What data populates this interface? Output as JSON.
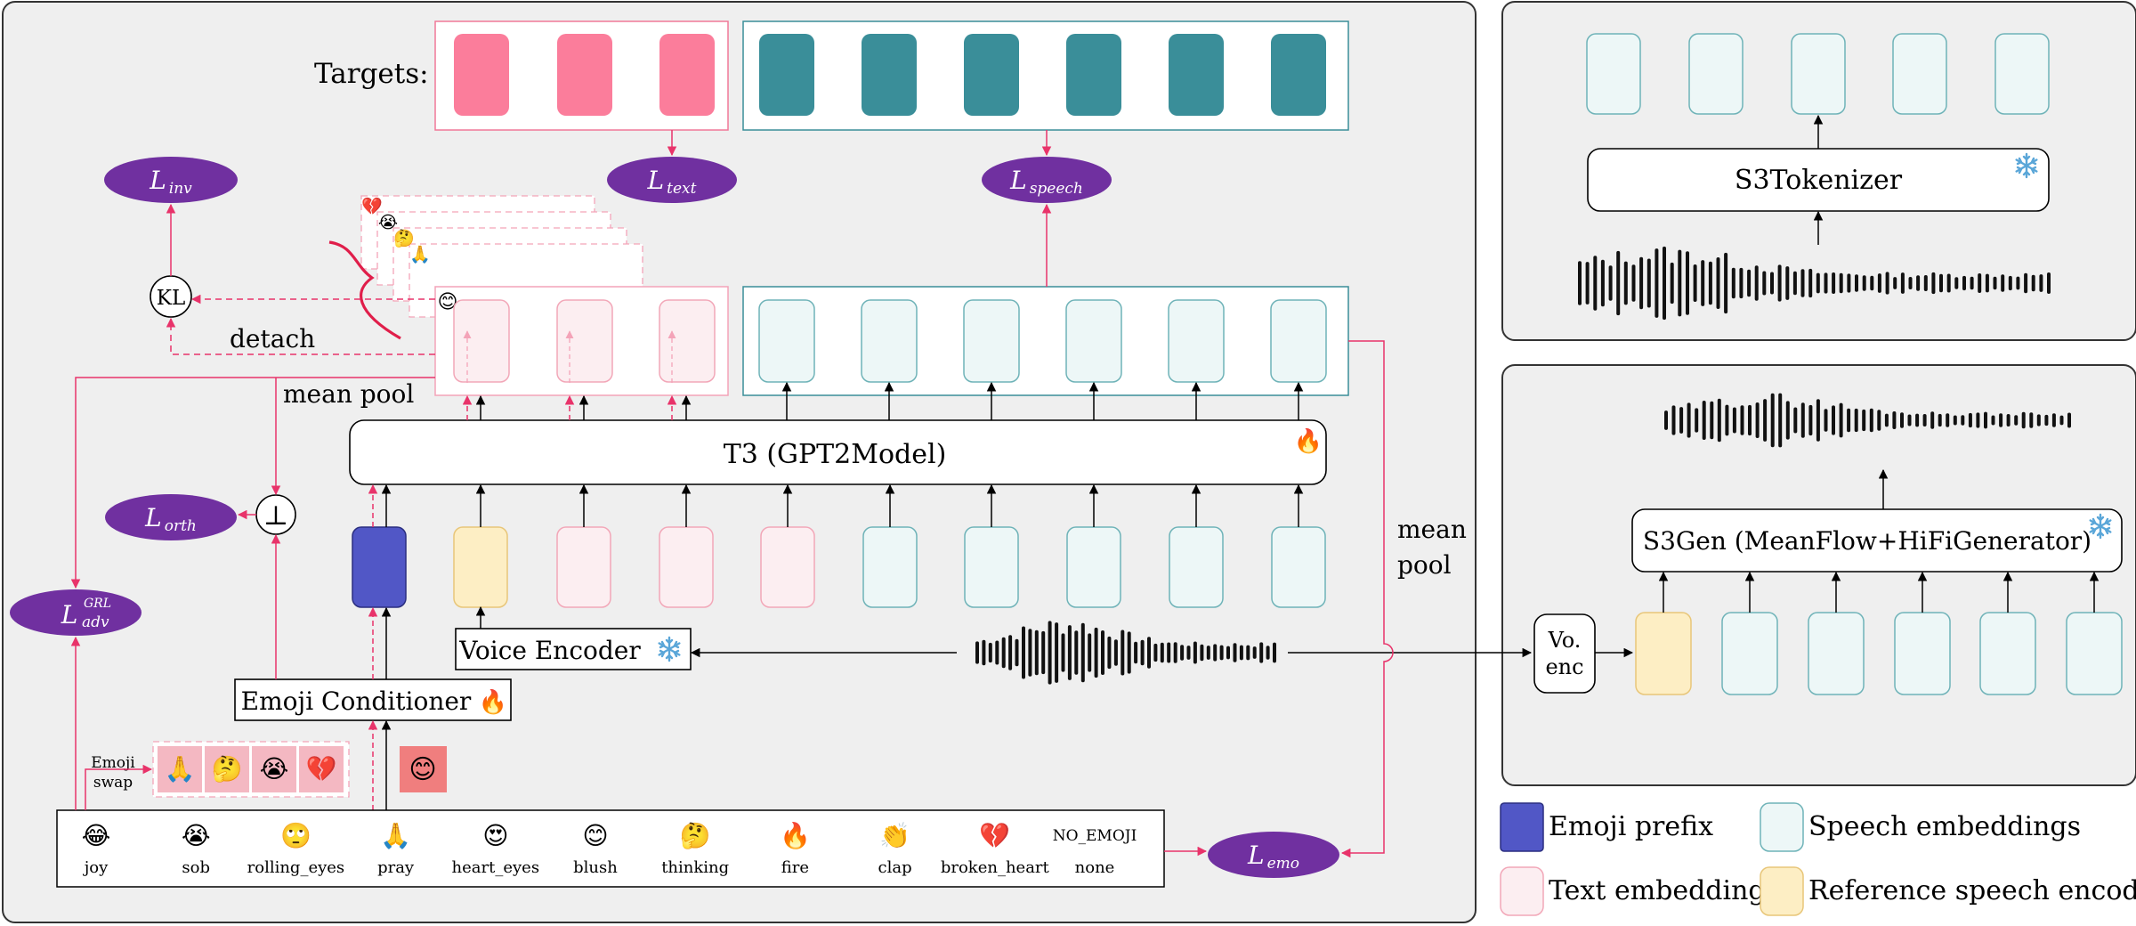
{
  "targets_label": "Targets:",
  "losses": {
    "inv": {
      "main": "L",
      "sub": "inv"
    },
    "text": {
      "main": "L",
      "sub": "text"
    },
    "speech": {
      "main": "L",
      "sub": "speech"
    },
    "orth": {
      "main": "L",
      "sub": "orth"
    },
    "adv": {
      "main": "L",
      "sub": "adv",
      "sup": "GRL"
    },
    "emo": {
      "main": "L",
      "sub": "emo"
    }
  },
  "ops": {
    "kl": "KL",
    "perp": "⊥"
  },
  "labels": {
    "detach": "detach",
    "mean_pool_left": "mean pool",
    "mean_pool_right_1": "mean",
    "mean_pool_right_2": "pool",
    "emoji_swap_1": "Emoji",
    "emoji_swap_2": "swap"
  },
  "modules": {
    "t3": "T3 (GPT2Model)",
    "voice_encoder": "Voice Encoder",
    "emoji_conditioner": "Emoji Conditioner",
    "s3tokenizer": "S3Tokenizer",
    "s3gen": "S3Gen (MeanFlow+HiFiGenerator)",
    "vo_enc_1": "Vo.",
    "vo_enc_2": "enc"
  },
  "emoji_stack": [
    "💔",
    "😭",
    "🤔",
    "🙏",
    "😊"
  ],
  "swap_emojis": [
    "🙏",
    "🤔",
    "😭",
    "💔"
  ],
  "selected_emoji": "😊",
  "emoji_classes": [
    {
      "icon": "😂",
      "label": "joy"
    },
    {
      "icon": "😭",
      "label": "sob"
    },
    {
      "icon": "🙄",
      "label": "rolling_eyes"
    },
    {
      "icon": "🙏",
      "label": "pray"
    },
    {
      "icon": "😍",
      "label": "heart_eyes"
    },
    {
      "icon": "😊",
      "label": "blush"
    },
    {
      "icon": "🤔",
      "label": "thinking"
    },
    {
      "icon": "🔥",
      "label": "fire"
    },
    {
      "icon": "👏",
      "label": "clap"
    },
    {
      "icon": "💔",
      "label": "broken_heart"
    },
    {
      "icon": "NO_EMOJI",
      "label": "none"
    }
  ],
  "legend": [
    {
      "label": "Emoji prefix",
      "color": "#5157c6",
      "stroke": "#2b2f80"
    },
    {
      "label": "Speech embeddings",
      "color": "#edf7f7",
      "stroke": "#6fb3b8"
    },
    {
      "label": "Text embeddings",
      "color": "#fceef1",
      "stroke": "#f2a7b8"
    },
    {
      "label": "Reference speech encoding",
      "color": "#fdeec4",
      "stroke": "#e8c679"
    }
  ],
  "colors": {
    "pink_arrow": "#e8336a",
    "loss_fill": "#7030a0",
    "target_text": "#fb7d9b",
    "target_speech": "#3a8e99",
    "panel_bg": "#efefef"
  },
  "icons": {
    "trainable": "fire-icon",
    "frozen": "snowflake-icon"
  }
}
